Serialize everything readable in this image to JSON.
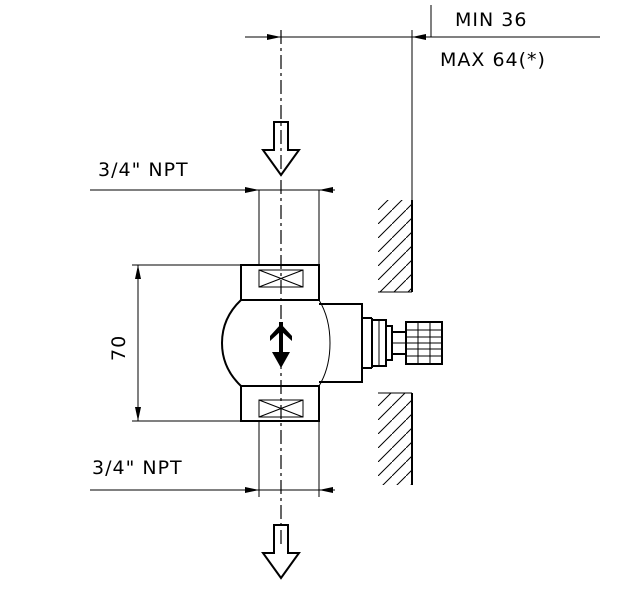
{
  "dimensions": {
    "depth_min": "MIN 36",
    "depth_max": "MAX 64(*)",
    "inlet_thread": "3/4\" NPT",
    "outlet_thread": "3/4\" NPT",
    "body_height": "70"
  }
}
